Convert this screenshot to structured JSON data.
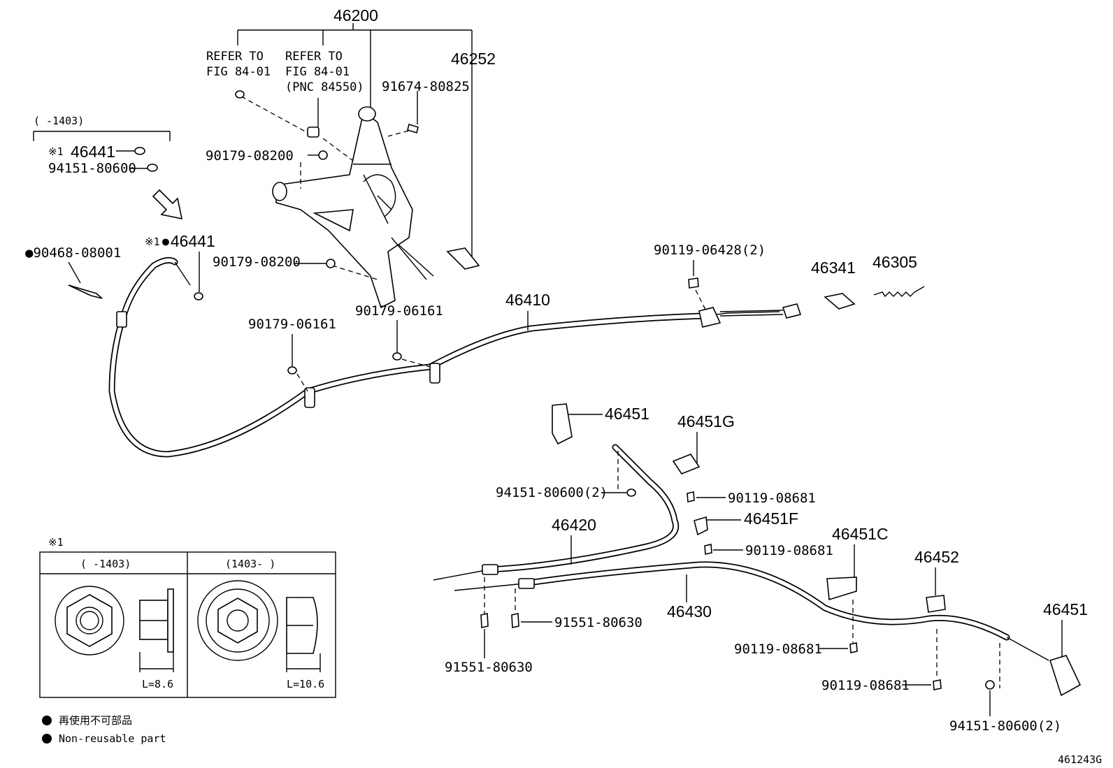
{
  "parts": {
    "p46200": "46200",
    "refer1_l1": "REFER TO",
    "refer1_l2": "FIG 84-01",
    "refer2_l1": "REFER TO",
    "refer2_l2": "FIG 84-01",
    "refer2_l3": "(PNC 84550)",
    "p46252": "46252",
    "p91674": "91674-80825",
    "p90179_08200_a": "90179-08200",
    "p90179_08200_b": "90179-08200",
    "p90179_06161_a": "90179-06161",
    "p90179_06161_b": "90179-06161",
    "range_top": "(      -1403)",
    "mark1": "※1",
    "p46441_a": "46441",
    "p94151_80600": "94151-80600",
    "p90468": "●90468-08001",
    "mark1b": "※1",
    "p46441_b": "●46441",
    "p90119_06428": "90119-06428(2)",
    "p46341": "46341",
    "p46305": "46305",
    "p46410": "46410",
    "p46451_a": "46451",
    "p46451G": "46451G",
    "p94151_80600_2a": "94151-80600(2)",
    "p90119_08681_a": "90119-08681",
    "p46451F": "46451F",
    "p46420": "46420",
    "p90119_08681_b": "90119-08681",
    "p46451C": "46451C",
    "p46452": "46452",
    "p46451_b": "46451",
    "p91551_80630_a": "91551-80630",
    "p91551_80630_b": "91551-80630",
    "p46430": "46430",
    "p90119_08681_c": "90119-08681",
    "p90119_08681_d": "90119-08681",
    "p94151_80600_2b": "94151-80600(2)"
  },
  "inset": {
    "mark": "※1",
    "left_header": "(    -1403)",
    "right_header": "(1403-    )",
    "left_length": "L=8.6",
    "right_length": "L=10.6"
  },
  "legend": {
    "jp": "再使用不可部品",
    "en": "Non-reusable part"
  },
  "figure_code": "461243G"
}
